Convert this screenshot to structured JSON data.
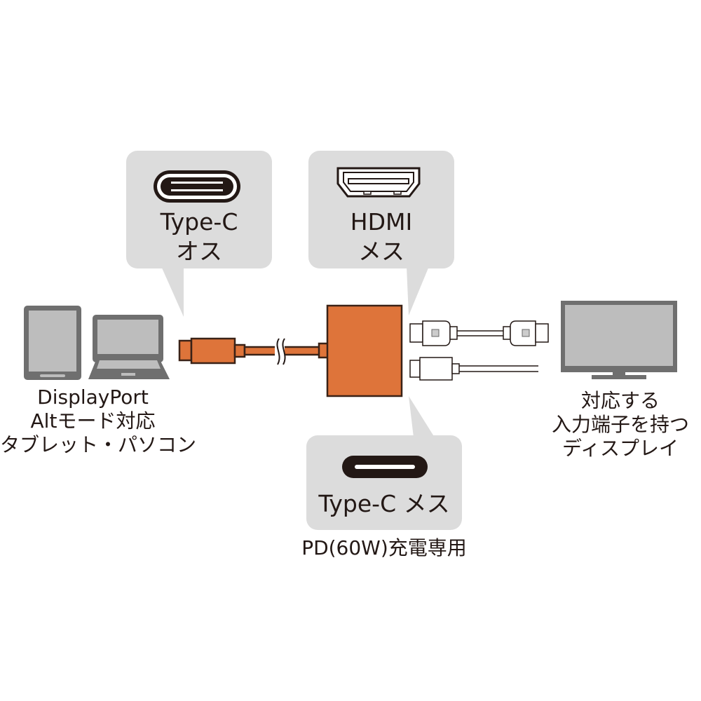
{
  "colors": {
    "adapter": "#DE743A",
    "outline": "#3A2217",
    "bubble": "#DCDCDC",
    "device_dark": "#6F6F6F",
    "device_light": "#BDBDBD",
    "text": "#231815"
  },
  "bubbles": {
    "typec_male": {
      "icon": "usb-type-c-connector-icon",
      "line1": "Type-C",
      "line2": "オス"
    },
    "hdmi_female": {
      "icon": "hdmi-connector-icon",
      "line1": "HDMI",
      "line2": "メス"
    },
    "typec_female": {
      "icon": "usb-type-c-port-icon",
      "line1": "Type-C メス"
    }
  },
  "source_devices": {
    "icons": [
      "tablet-icon",
      "laptop-icon"
    ],
    "lines": [
      "DisplayPort",
      "Altモード対応",
      "タブレット・パソコン"
    ]
  },
  "display": {
    "icon": "monitor-icon",
    "lines": [
      "対応する",
      "入力端子を持つ",
      "ディスプレイ"
    ]
  },
  "pd_note": "PD(60W)充電専用"
}
